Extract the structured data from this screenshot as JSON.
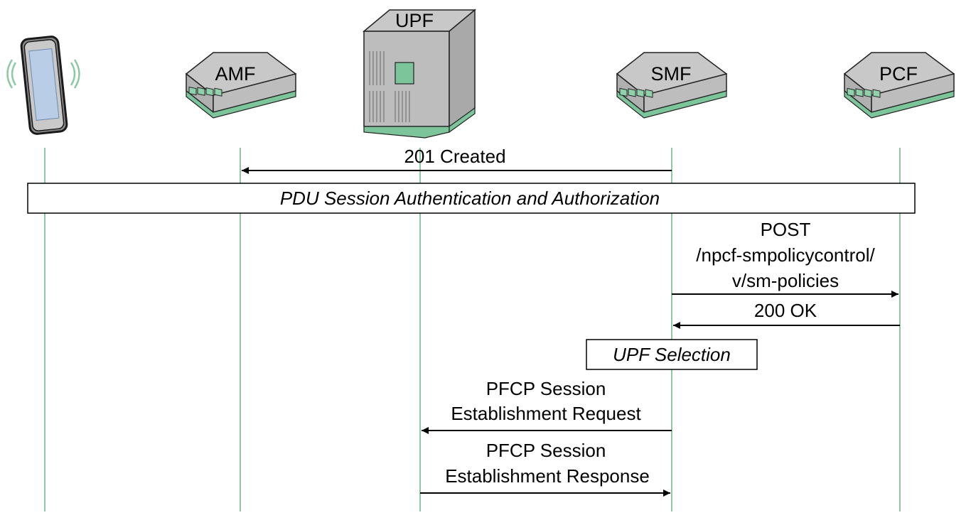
{
  "nodes": [
    {
      "id": "ue",
      "name": "",
      "icon": "smartphone-icon"
    },
    {
      "id": "amf",
      "name": "AMF",
      "icon": "network-switch-icon"
    },
    {
      "id": "upf",
      "name": "UPF",
      "icon": "server-cabinet-icon"
    },
    {
      "id": "smf",
      "name": "SMF",
      "icon": "network-switch-icon"
    },
    {
      "id": "pcf",
      "name": "PCF",
      "icon": "network-switch-icon"
    }
  ],
  "messages": {
    "created": {
      "label": "201 Created",
      "from": "smf",
      "to": "amf"
    },
    "post": {
      "lines": [
        "POST",
        "/npcf-smpolicycontrol/",
        "v/sm-policies"
      ],
      "from": "smf",
      "to": "pcf"
    },
    "ok": {
      "label": "200 OK",
      "from": "pcf",
      "to": "smf"
    },
    "pfcp_req": {
      "lines": [
        "PFCP Session",
        "Establishment Request"
      ],
      "from": "smf",
      "to": "upf"
    },
    "pfcp_resp": {
      "lines": [
        "PFCP Session",
        "Establishment Response"
      ],
      "from": "upf",
      "to": "smf"
    }
  },
  "processes": {
    "auth": "PDU Session Authentication and Authorization",
    "upf_selection": "UPF Selection"
  },
  "colors": {
    "lifeline": "#8cc9a3",
    "device_top": "#c8c8c8",
    "device_front": "#b0b0b0",
    "device_base": "#7cc49a",
    "port": "#8fd1aa",
    "screen": "#b9cde6",
    "signal": "#8cc9a3"
  }
}
